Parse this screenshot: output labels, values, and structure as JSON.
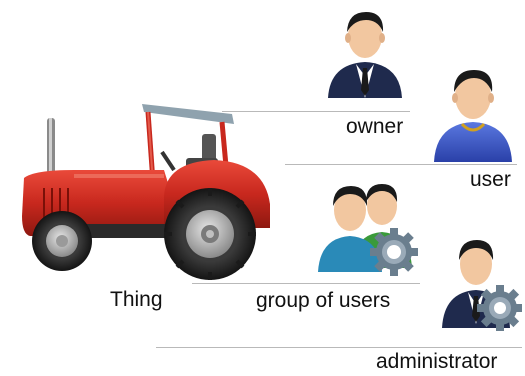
{
  "labels": {
    "thing": "Thing",
    "owner": "owner",
    "user": "user",
    "group": "group of users",
    "administrator": "administrator"
  },
  "icons": {
    "thing": "tractor-icon",
    "owner": "businessman-icon",
    "user": "user-icon",
    "group": "user-group-gear-icon",
    "administrator": "admin-gear-icon"
  },
  "colors": {
    "tractor_body": "#c8281e",
    "tractor_tire": "#2a2a2a",
    "suit_dark": "#1f2a4d",
    "user_shirt": "#3a56c8",
    "group_shirt_front": "#2a8ab8",
    "group_shirt_back": "#3a9a3a",
    "gear": "#6a7e8e",
    "connector_line": "#b9b9b9"
  }
}
